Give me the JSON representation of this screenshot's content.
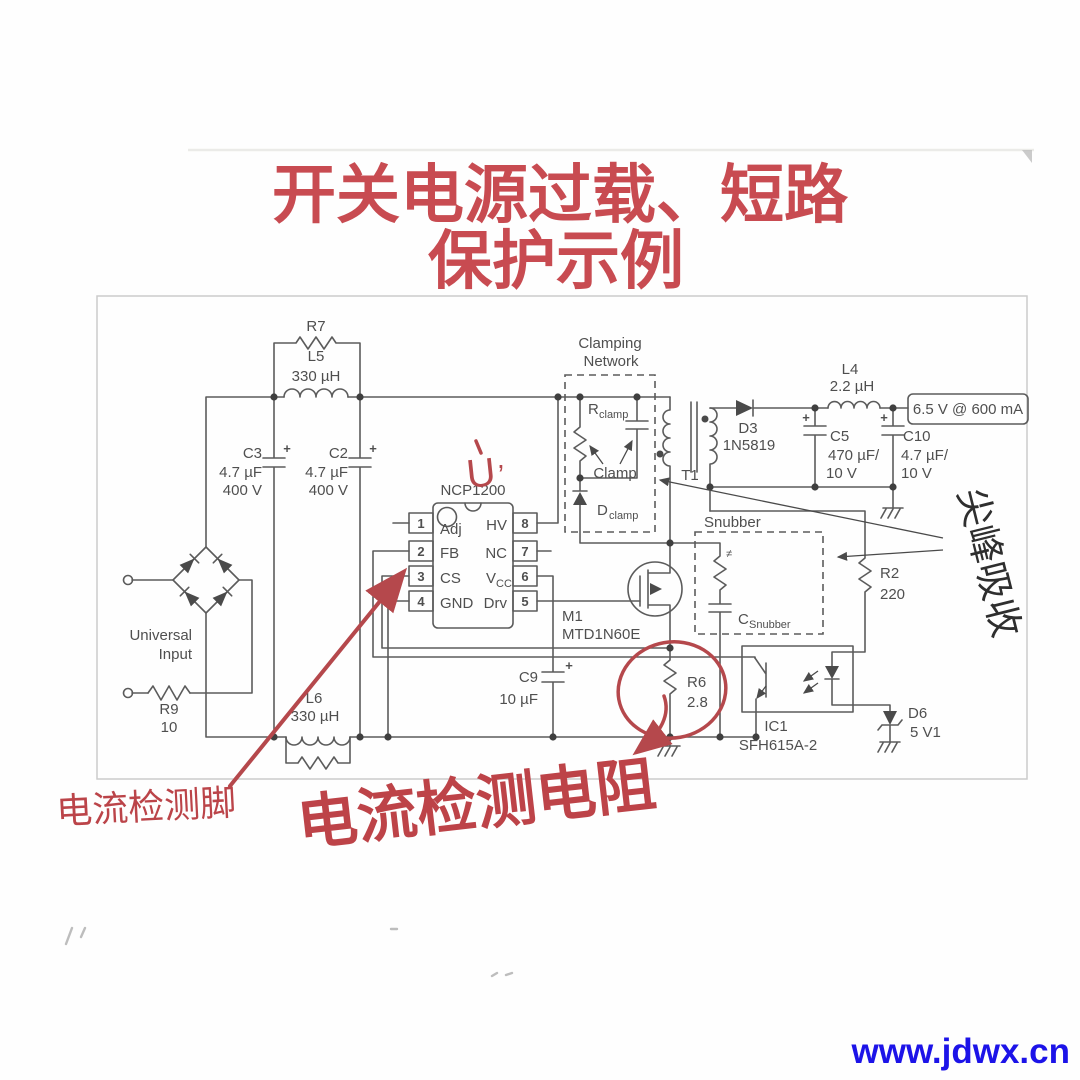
{
  "title": {
    "line1": "开关电源过载、短路",
    "line2": "保护示例"
  },
  "annotations": {
    "cs_pin": "电流检测脚",
    "sense_resistor": "电流检测电阻",
    "spike_absorb": "尖峰吸收",
    "u_mark": "U",
    "u_tick": ","
  },
  "watermark": "www.jdwx.cn",
  "colors": {
    "title_red": "#c84b51",
    "marker_red": "#b5484c",
    "watermark_blue": "#1c13e8",
    "line_gray": "#5b5b5b"
  },
  "pins": {
    "p1": "1",
    "p2": "2",
    "p3": "3",
    "p4": "4",
    "p5": "5",
    "p6": "6",
    "p7": "7",
    "p8": "8",
    "adj": "Adj",
    "fb": "FB",
    "cs": "CS",
    "gnd": "GND",
    "hv": "HV",
    "nc": "NC",
    "vcc": "V",
    "vcc_sub": "CC",
    "drv": "Drv"
  },
  "labels": {
    "r7": "R7",
    "l5": "L5",
    "l5_val": "330 µH",
    "c3": "C3",
    "c3_val": "4.7 µF",
    "c3_volt": "400 V",
    "c2": "C2",
    "c2_val": "4.7 µF",
    "c2_volt": "400 V",
    "universal": "Universal",
    "input": "Input",
    "r9": "R9",
    "r9_val": "10",
    "l6": "L6",
    "l6_val": "330 µH",
    "ic_name": "NCP1200",
    "clamping1": "Clamping",
    "clamping2": "Network",
    "rclamp": "R",
    "rclamp_sub": "clamp",
    "clamp": "Clamp",
    "dclamp": "D",
    "dclamp_sub": "clamp",
    "t1": "T1",
    "d3": "D3",
    "d3_val": "1N5819",
    "l4": "L4",
    "l4_val": "2.2 µH",
    "c5": "C5",
    "c5_val": "470 µF/",
    "c5_volt": "10 V",
    "c10": "C10",
    "c10_val": "4.7 µF/",
    "c10_volt": "10 V",
    "output": "6.5 V @ 600 mA",
    "snubber": "Snubber",
    "csnubber": "C",
    "csnubber_sub": "Snubber",
    "neq": "≠",
    "r2": "R2",
    "r2_val": "220",
    "m1": "M1",
    "m1_val": "MTD1N60E",
    "c9": "C9",
    "c9_val": "10 µF",
    "r6": "R6",
    "r6_val": "2.8",
    "ic1": "IC1",
    "ic1_val": "SFH615A-2",
    "d6": "D6",
    "d6_val": "5 V1",
    "plus": "+"
  }
}
